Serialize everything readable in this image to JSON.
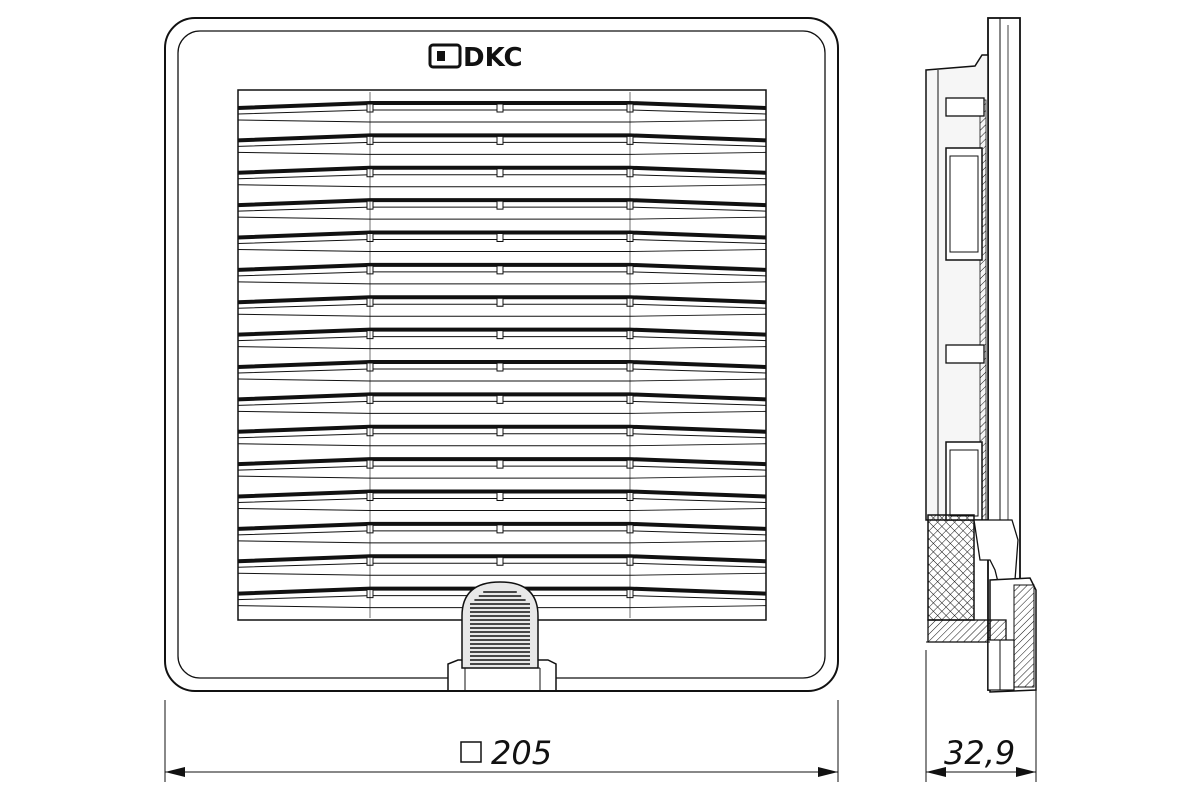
{
  "brand": {
    "logo_text": "DKC"
  },
  "front_view": {
    "dimension_value": "205",
    "dimension_symbol": "square-symbol-icon",
    "louver_rows": 16
  },
  "side_view": {
    "dimension_value": "32,9"
  },
  "colors": {
    "line": "#111111",
    "background": "#ffffff",
    "light_fill": "#f4f4f4"
  }
}
